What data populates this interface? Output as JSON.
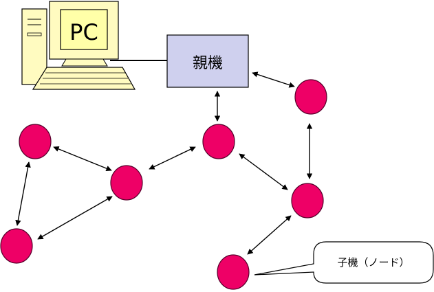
{
  "pc": {
    "label": "PC"
  },
  "parent": {
    "label": "親機"
  },
  "callout": {
    "label": "子機（ノード）"
  },
  "colors": {
    "node_fill": "#ee0066",
    "node_stroke": "#55002a",
    "parent_fill": "#cfd0ee",
    "pc_fill": "#fffbc0",
    "pc_screen": "#ffffa8",
    "callout_fill": "#ffffff"
  },
  "icons": {
    "computer": "desktop-pc-icon",
    "node": "circle-node-icon"
  }
}
